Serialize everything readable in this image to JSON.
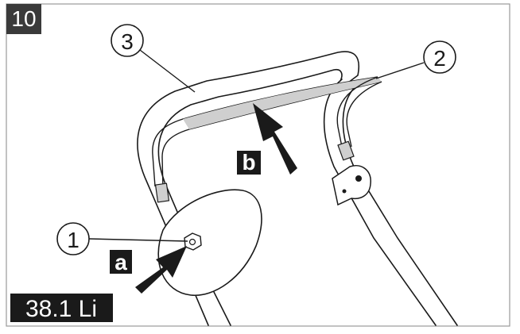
{
  "figure": {
    "step_number": "10",
    "model_badge": "38.1 Li",
    "callouts": [
      "1",
      "2",
      "3"
    ],
    "action_labels": [
      "a",
      "b"
    ]
  }
}
